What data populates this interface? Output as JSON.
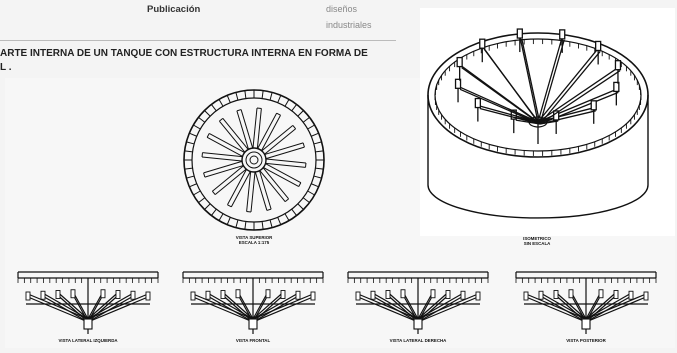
{
  "header": {
    "publication_label": "Publicación",
    "category_line1": "diseños",
    "category_line2": "industriales"
  },
  "title": {
    "line1": "ARTE INTERNA DE UN TANQUE CON ESTRUCTURA INTERNA EN FORMA DE",
    "line2": "L ."
  },
  "drawing": {
    "top_view": {
      "caption1": "VISTA SUPERIOR",
      "caption2": "ESCALA 1:175"
    },
    "iso_view": {
      "caption1": "ISOMETRICO",
      "caption2": "SIN ESCALA"
    },
    "side_views": [
      {
        "caption": "VISTA LATERAL IZQUIERDA"
      },
      {
        "caption": "VISTA FRONTAL"
      },
      {
        "caption": "VISTA LATERAL DERECHA"
      },
      {
        "caption": "VISTA POSTERIOR"
      }
    ]
  }
}
